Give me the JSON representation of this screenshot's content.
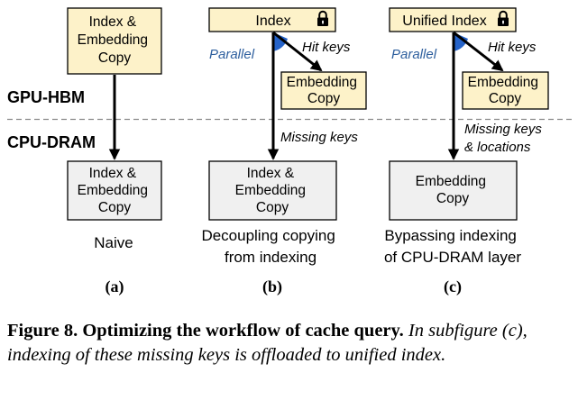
{
  "layers": {
    "gpu": "GPU-HBM",
    "cpu": "CPU-DRAM"
  },
  "colors": {
    "gpu_box_fill": "#fdf2c9",
    "cpu_box_fill": "#f0f0f0",
    "edge_label_blue": "#2e5f9e",
    "parallel_wedge": "#2563c9"
  },
  "panels": [
    {
      "gpu_box": [
        "Index &",
        "Embedding",
        "Copy"
      ],
      "cpu_box": [
        "Index &",
        "Embedding",
        "Copy"
      ],
      "description": [
        "Naive"
      ],
      "label": "(a)"
    },
    {
      "gpu_index": "Index",
      "parallel": "Parallel",
      "hit_keys": "Hit keys",
      "gpu_box": [
        "Embedding",
        "Copy"
      ],
      "missing": [
        "Missing keys"
      ],
      "cpu_box": [
        "Index &",
        "Embedding",
        "Copy"
      ],
      "description": [
        "Decoupling copying",
        "from indexing"
      ],
      "label": "(b)"
    },
    {
      "gpu_index": "Unified Index",
      "parallel": "Parallel",
      "hit_keys": "Hit keys",
      "gpu_box": [
        "Embedding",
        "Copy"
      ],
      "missing": [
        "Missing keys",
        "& locations"
      ],
      "cpu_box": [
        "Embedding",
        "Copy"
      ],
      "description": [
        "Bypassing indexing",
        "of CPU-DRAM layer"
      ],
      "label": "(c)"
    }
  ],
  "caption": {
    "title": "Figure 8. Optimizing the workflow of cache query.",
    "body": "In subfigure (c), indexing of these missing keys is offloaded to unified index."
  }
}
